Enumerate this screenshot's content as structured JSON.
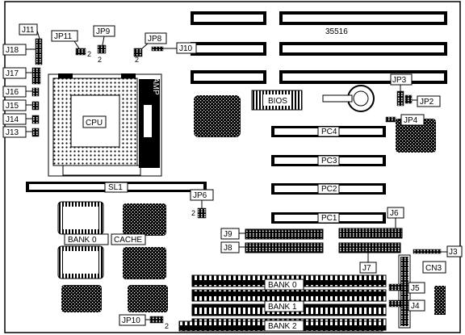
{
  "board": {
    "model": "35516",
    "bios_chip_label": "BIOS",
    "cpu_label": "CPU",
    "amp_label": "AMP",
    "slot_labels": {
      "sl1": "SL1",
      "pc1": "PC1",
      "pc2": "PC2",
      "pc3": "PC3",
      "pc4": "PC4"
    },
    "memory_labels": {
      "bank0_cache": "BANK 0",
      "cache": "CACHE",
      "simm_bank0": "BANK 0",
      "simm_bank1": "BANK 1",
      "simm_bank2": "BANK 2"
    },
    "connector_labels": {
      "cn3": "CN3"
    },
    "jumper_labels": {
      "j11": "J11",
      "j18": "J18",
      "j17": "J17",
      "j16": "J16",
      "j15": "J15",
      "j14": "J14",
      "j13": "J13",
      "jp11": "JP11",
      "jp9": "JP9",
      "jp8": "JP8",
      "j10": "J10",
      "jp3": "JP3",
      "jp2": "JP2",
      "jp4": "JP4",
      "jp6": "JP6",
      "j6": "J6",
      "j9": "J9",
      "j8": "J8",
      "j7": "J7",
      "j3": "J3",
      "j5": "J5",
      "j4": "J4",
      "jp10": "JP10"
    },
    "pin1_markers": {
      "jp11": "2",
      "jp9": "2",
      "jp8": "2",
      "jp6": "2",
      "jp10": "2"
    }
  }
}
